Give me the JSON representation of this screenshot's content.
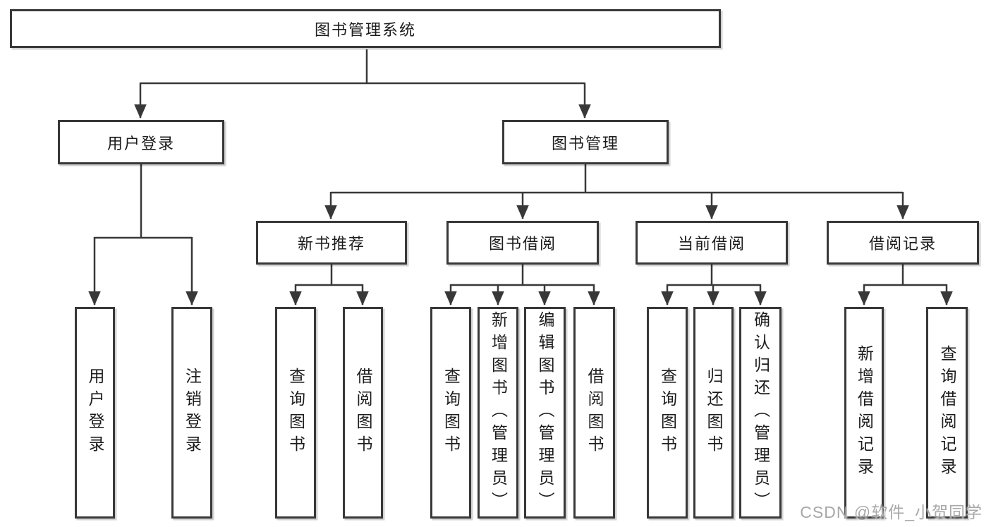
{
  "canvas": {
    "background": "#ffffff",
    "line_color": "#383838",
    "text_color": "#1c1c1c"
  },
  "root": {
    "label": "图书管理系统"
  },
  "branches": [
    {
      "label": "用户登录",
      "children": [
        {
          "label": "用户登录"
        },
        {
          "label": "注销登录"
        }
      ]
    },
    {
      "label": "图书管理",
      "children": [
        {
          "label": "新书推荐",
          "children": [
            {
              "label": "查询图书"
            },
            {
              "label": "借阅图书"
            }
          ]
        },
        {
          "label": "图书借阅",
          "children": [
            {
              "label": "查询图书"
            },
            {
              "label": "新增图书（管理员）"
            },
            {
              "label": "编辑图书（管理员）"
            },
            {
              "label": "借阅图书"
            }
          ]
        },
        {
          "label": "当前借阅",
          "children": [
            {
              "label": "查询图书"
            },
            {
              "label": "归还图书"
            },
            {
              "label": "确认归还（管理员）"
            }
          ]
        },
        {
          "label": "借阅记录",
          "children": [
            {
              "label": "新增借阅记录"
            },
            {
              "label": "查询借阅记录"
            }
          ]
        }
      ]
    }
  ],
  "watermark": {
    "text": "CSDN @软件_小贺同学",
    "color": "#a8a8a8"
  }
}
